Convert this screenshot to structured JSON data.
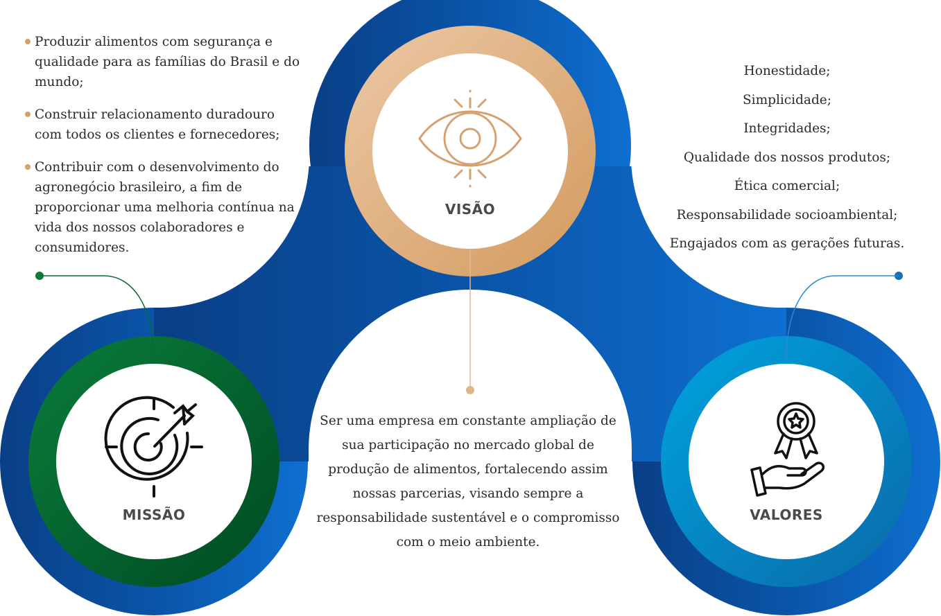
{
  "colors": {
    "blue_dark": "#0a4a9a",
    "blue_mid": "#0d62bd",
    "gold": "#d4a06b",
    "gold_light": "#ebc4a1",
    "green": "#006e36",
    "cyan": "#0099d8",
    "label_gray": "#4a4a4a",
    "text": "#2a2a2a"
  },
  "missao": {
    "label": "MISSÃO",
    "icon": "target-arrow-icon",
    "items": [
      "Produzir alimentos com segurança e qualidade para as famílias do Brasil e do mundo;",
      "Construir relacionamento duradouro com todos  os clientes e fornecedores;",
      "Contribuir com o desenvolvimento do agronegócio brasileiro, a fim de proporcionar uma melhoria contínua na vida dos nossos colaboradores e consumidores."
    ]
  },
  "visao": {
    "label": "VISÃO",
    "icon": "eye-icon",
    "text": "Ser uma empresa em constante ampliação de sua participação no mercado global de  produção de alimentos, fortalecendo assim  nossas parcerias, visando sempre a  responsabilidade sustentável e o compromisso com o meio ambiente."
  },
  "valores": {
    "label": "VALORES",
    "icon": "award-hand-icon",
    "items": [
      "Honestidade;",
      "Simplicidade;",
      "Integridades;",
      "Qualidade dos nossos produtos;",
      "Ética comercial;",
      "Responsabilidade socioambiental;",
      "Engajados com as gerações futuras."
    ]
  }
}
